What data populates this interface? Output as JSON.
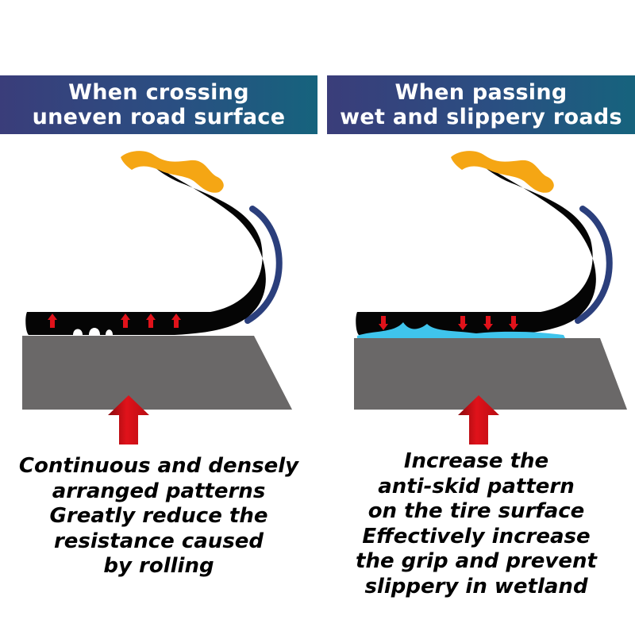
{
  "panels": [
    {
      "header": [
        "When crossing",
        "uneven road surface"
      ],
      "caption": [
        "Continuous and densely",
        "arranged patterns",
        "Greatly reduce the",
        "resistance caused",
        "by rolling"
      ],
      "arrow_direction": "up",
      "water": false
    },
    {
      "header": [
        "When passing",
        "wet and slippery roads"
      ],
      "caption": [
        "Increase the",
        "anti-skid pattern",
        "on the tire surface",
        "Effectively increase",
        "the grip and prevent",
        "slippery in wetland"
      ],
      "arrow_direction": "down",
      "water": true
    }
  ],
  "colors": {
    "header_start": "#3a3d7a",
    "header_end": "#16637d",
    "tire": "#050505",
    "rim": "#f5a614",
    "sidewall_arc": "#2b3f7c",
    "road": "#6a6868",
    "arrow": "#e0121a",
    "water": "#3fc4ec"
  }
}
